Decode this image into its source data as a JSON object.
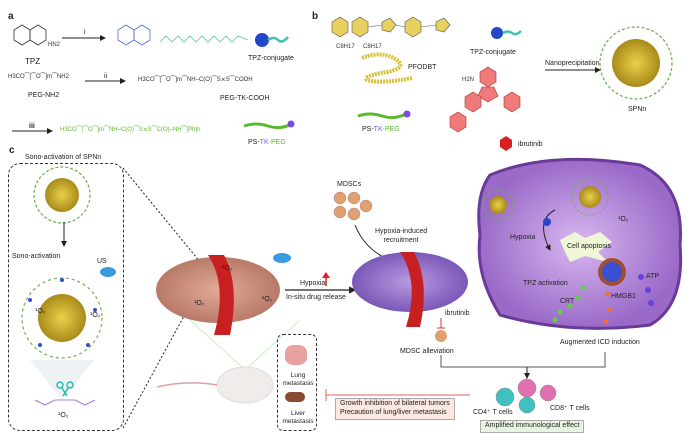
{
  "panel_a": {
    "label": "a",
    "tpz": "TPZ",
    "tpz_nh2": "HN2",
    "step_i": "i",
    "tpz_conjugate": "TPZ-conjugate",
    "peg_nh2_formula": "H3CO⁀[⁀O⁀]m⁀NH2",
    "peg_nh2": "PEG-NH2",
    "step_ii": "ii",
    "peg_tk_formula": "H3CO⁀[⁀O⁀]m⁀NH–C(O)⁀S⨯S⁀COOH",
    "peg_tk_cooh": "PEG-TK-COOH",
    "step_iii": "iii",
    "ps_tk_peg_formula": "H3CO⁀[⁀O⁀]m⁀NH–C(O)⁀S⨯S⁀C(O)–NH⁀[Ph]n",
    "ps_tk_peg": [
      "PS-",
      "TK",
      "-PEG"
    ]
  },
  "panel_b": {
    "label": "b",
    "pfodbt_sub1": "C8H17",
    "pfodbt_sub2": "C8H17",
    "pfodbt": "PFODBT",
    "tpz_conjugate": "TPZ-conjugate",
    "nanoprecipitation": "Nanoprecipitation",
    "spn": "SPNn",
    "ibrutinib_nh2": "H2N",
    "ibrutinib": "ibrutinib",
    "ps_tk_peg": [
      "PS-",
      "TK",
      "-PEG"
    ]
  },
  "panel_c": {
    "label": "c",
    "sono_title": "Sono-activation of SPNn",
    "sono_activation": "Sono-activation",
    "us": "US",
    "singlet_oxygen": "¹O₂",
    "hypoxia": "Hypoxia",
    "in_situ": "In-situ drug release",
    "mdscs": "MDSCs",
    "recruitment": [
      "Hypoxia-induced",
      "recruitment"
    ],
    "ibrutinib": "ibrutinib",
    "mdsc_alleviation": "MDSC alleviation",
    "cell_hypoxia": "Hypoxia",
    "cell_apoptosis": "Cell apoptosis",
    "tpz_activation": "TPZ activation",
    "atp": "ATP",
    "hmgb1": "HMGB1",
    "crt": "CRT",
    "icd": "Augmented ICD induction",
    "cd4": "CD4⁺ T cells",
    "cd8": "CD8⁺ T cells",
    "amplified": "Amplified immunological effect",
    "growth": [
      "Growth inhibition of bilateral tumors",
      "Precaution of lung/liver metastasis"
    ],
    "lung": [
      "Lung",
      "metastasis"
    ],
    "liver": [
      "Liver",
      "metastasis"
    ]
  },
  "colors": {
    "tk": "#8a5cd6",
    "peg": "#5cb82e",
    "tpz": "#4a6cd6",
    "red": "#e03030",
    "cell": "#b68ad8"
  }
}
